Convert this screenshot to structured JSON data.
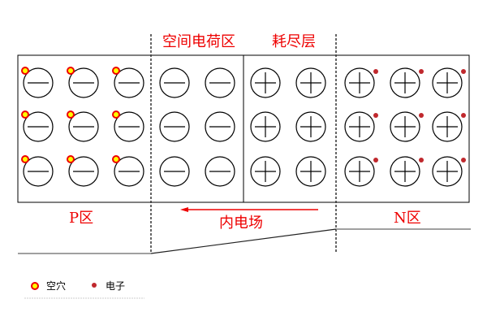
{
  "labels": {
    "space_charge_region": "空间电荷区",
    "depletion_layer": "耗尽层",
    "p_region": "P区",
    "n_region": "N区",
    "built_in_field": "内电场"
  },
  "legend": [
    {
      "label": "空穴",
      "symbol": "hole"
    },
    {
      "label": "电子",
      "symbol": "electron"
    }
  ],
  "lattice": {
    "rows": 3,
    "columns": [
      {
        "ion": "-",
        "carrier": "hole"
      },
      {
        "ion": "-",
        "carrier": "hole"
      },
      {
        "ion": "-",
        "carrier": "hole"
      },
      {
        "ion": "-",
        "carrier": "none"
      },
      {
        "ion": "-",
        "carrier": "none"
      },
      {
        "ion": "+",
        "carrier": "none"
      },
      {
        "ion": "+",
        "carrier": "none"
      },
      {
        "ion": "+",
        "carrier": "electron"
      },
      {
        "ion": "+",
        "carrier": "electron"
      },
      {
        "ion": "+",
        "carrier": "electron"
      }
    ]
  },
  "colors": {
    "label": "#ee0000",
    "hole_fill": "#ffff00",
    "hole_ring": "#ee0000",
    "electron": "#c0282d",
    "potential": "#808080"
  }
}
